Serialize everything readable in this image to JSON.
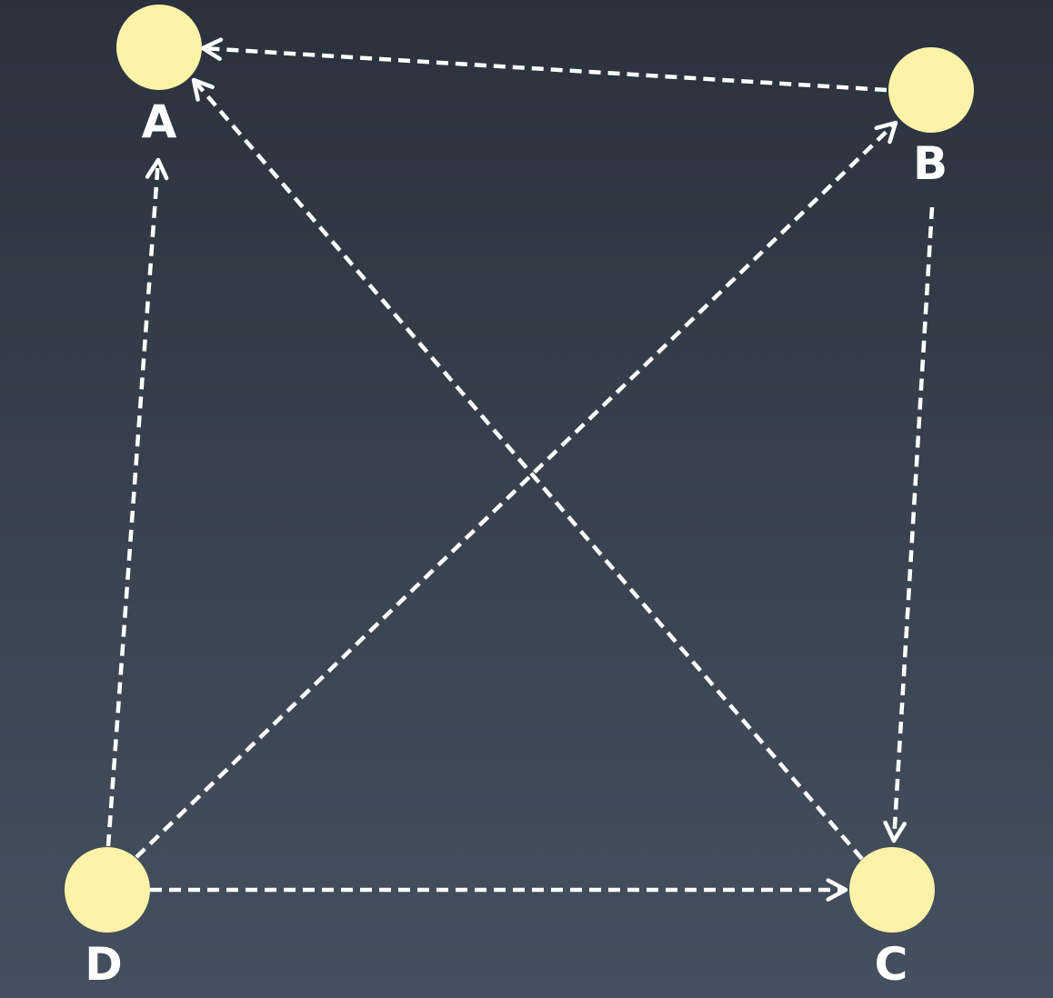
{
  "diagram": {
    "colors": {
      "background_top": "#2b313d",
      "background_bottom": "#45505e",
      "node_fill": "#fdf3a8",
      "edge_stroke": "#ffffff",
      "label_text": "#ffffff"
    },
    "nodes": [
      {
        "id": "A",
        "label": "A"
      },
      {
        "id": "B",
        "label": "B"
      },
      {
        "id": "C",
        "label": "C"
      },
      {
        "id": "D",
        "label": "D"
      }
    ],
    "edges": [
      {
        "from": "B",
        "to": "A",
        "style": "dashed",
        "arrow": "open"
      },
      {
        "from": "C",
        "to": "A",
        "style": "dashed",
        "arrow": "open"
      },
      {
        "from": "D",
        "to": "A",
        "style": "dashed",
        "arrow": "open"
      },
      {
        "from": "D",
        "to": "B",
        "style": "dashed",
        "arrow": "open"
      },
      {
        "from": "B",
        "to": "C",
        "style": "dashed",
        "arrow": "open"
      },
      {
        "from": "D",
        "to": "C",
        "style": "dashed",
        "arrow": "open"
      }
    ]
  }
}
